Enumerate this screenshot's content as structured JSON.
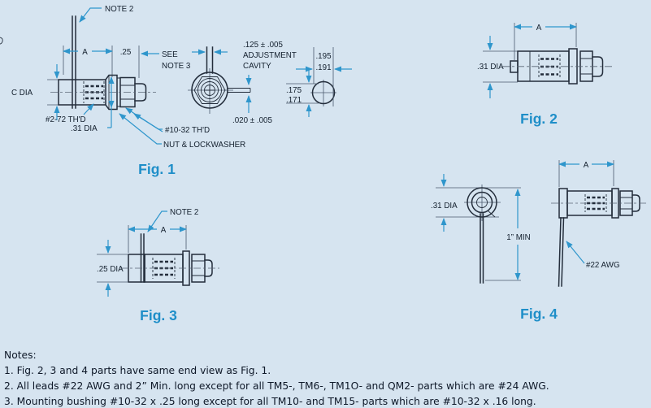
{
  "colors": {
    "background": "#d6e4f0",
    "dimension_blue": "#2f96cc",
    "figure_label_blue": "#1e8ec8",
    "line_ink": "#232d3b",
    "text_ink": "#14202e"
  },
  "fig1": {
    "label": "Fig. 1",
    "note2": "NOTE 2",
    "dim_a": "A",
    "dim_25": ".25",
    "see": "SEE",
    "note3": "NOTE 3",
    "adjustment_dim": ".125 ± .005",
    "adjustment_line1": "ADJUSTMENT",
    "adjustment_line2": "CAVITY",
    "dim_195": ".195",
    "dim_191": ".191",
    "dim_175": ".175",
    "dim_171": ".171",
    "dim_020": ".020 ± .005",
    "c_dia": "C DIA",
    "thread_272": "#2-72 TH'D",
    "dia_31": ".31 DIA",
    "thread_1032": "#10-32 TH'D",
    "nut_lockwasher": "NUT & LOCKWASHER"
  },
  "fig2": {
    "label": "Fig. 2",
    "dim_a": "A",
    "dia_31": ".31 DIA"
  },
  "fig3": {
    "label": "Fig. 3",
    "note2": "NOTE 2",
    "dim_a": "A",
    "dia_25": ".25 DIA"
  },
  "fig4": {
    "label": "Fig. 4",
    "dim_a": "A",
    "dia_31": ".31 DIA",
    "min_length": "1” MIN",
    "wire_gauge": "#22 AWG"
  },
  "notes": {
    "heading": "Notes:",
    "items": [
      "1. Fig. 2, 3 and 4 parts have same end view as Fig. 1.",
      "2. All leads #22 AWG and 2” Min. long except for all TM5-, TM6-, TM1O- and QM2- parts which are #24 AWG.",
      "3. Mounting bushing #10-32 x .25 long except for all TM10- and TM15- parts which are #10-32 x .16 long."
    ]
  }
}
